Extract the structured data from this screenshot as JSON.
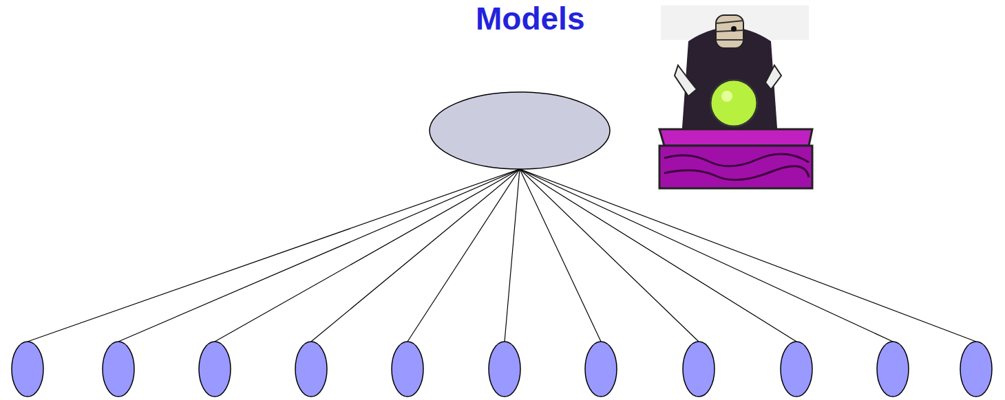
{
  "diagram": {
    "title": "Models",
    "nodes": [
      {
        "text": []
      },
      {
        "text": []
      },
      {
        "text": []
      },
      {
        "text": []
      },
      {
        "text": []
      },
      {
        "text": []
      },
      {
        "text": []
      },
      {
        "text": []
      },
      {
        "text": []
      },
      {
        "text": []
      },
      {
        "text": []
      },
      {
        "text": []
      }
    ],
    "edges": [
      {
        "from": 0,
        "to": 1,
        "arrow": "none"
      },
      {
        "from": 0,
        "to": 2,
        "arrow": "none"
      },
      {
        "from": 0,
        "to": 3,
        "arrow": "none"
      },
      {
        "from": 0,
        "to": 4,
        "arrow": "none"
      },
      {
        "from": 0,
        "to": 5,
        "arrow": "none"
      },
      {
        "from": 0,
        "to": 6,
        "arrow": "none"
      },
      {
        "from": 0,
        "to": 7,
        "arrow": "none"
      },
      {
        "from": 0,
        "to": 8,
        "arrow": "none"
      },
      {
        "from": 0,
        "to": 9,
        "arrow": "none"
      },
      {
        "from": 0,
        "to": 10,
        "arrow": "none"
      },
      {
        "from": 0,
        "to": 11,
        "arrow": "none"
      }
    ]
  }
}
